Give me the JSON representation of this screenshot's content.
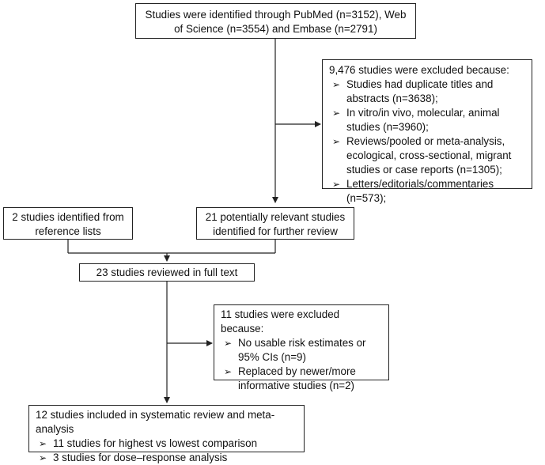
{
  "boxes": {
    "identified": "Studies were identified through PubMed (n=3152), Web of Science (n=3554) and Embase (n=2791)",
    "excluded1": {
      "heading": "9,476 studies were excluded because:",
      "items": [
        "Studies had duplicate titles and abstracts (n=3638);",
        "In vitro/in vivo, molecular, animal studies (n=3960);",
        "Reviews/pooled or meta-analysis, ecological, cross-sectional, migrant studies or case reports (n=1305);",
        "Letters/editorials/commentaries (n=573);"
      ]
    },
    "reference": "2 studies identified from reference lists",
    "relevant": "21 potentially relevant studies identified for further review",
    "fulltext": "23 studies reviewed in full text",
    "excluded2": {
      "heading": "11 studies were excluded because:",
      "items": [
        "No usable risk estimates or 95% CIs (n=9)",
        "Replaced by newer/more informative studies (n=2)"
      ]
    },
    "included": {
      "heading": "12 studies included in systematic review and meta-analysis",
      "items": [
        "11 studies for highest vs lowest comparison",
        "3 studies for dose–response analysis"
      ]
    }
  },
  "bullet_glyph": "➢"
}
